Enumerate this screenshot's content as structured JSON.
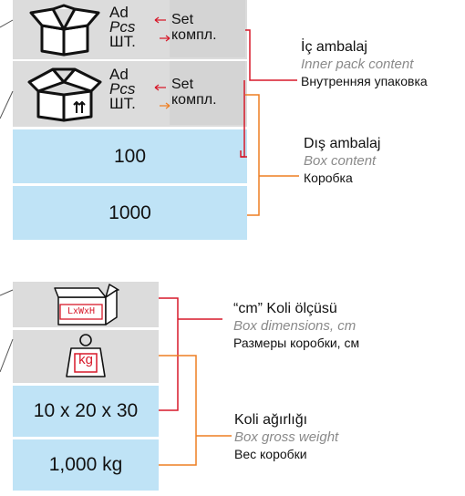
{
  "section1": {
    "row1": {
      "labels": [
        "Ad",
        "Pcs",
        "ШТ."
      ],
      "set_labels": [
        "Set",
        "компл."
      ]
    },
    "row2": {
      "labels": [
        "Ad",
        "Pcs",
        "ШТ."
      ],
      "set_labels": [
        "Set",
        "компл."
      ]
    },
    "value_inner": "100",
    "value_outer": "1000",
    "legend_inner": {
      "tr": "İç ambalaj",
      "en": "Inner pack content",
      "ru": "Внутренняя упаковка"
    },
    "legend_box": {
      "tr": "Dış ambalaj",
      "en": "Box content",
      "ru": "Коробка"
    }
  },
  "section2": {
    "box_icon_text": "LxWxH",
    "weight_icon_text": "kg",
    "value_dimensions": "10 x 20 x 30",
    "value_weight": "1,000 kg",
    "legend_dims": {
      "tr": "“cm” Koli ölçüsü",
      "en": "Box dimensions, cm",
      "ru": "Размеры коробки, см"
    },
    "legend_weight": {
      "tr": "Koli ağırlığı",
      "en": "Box gross weight",
      "ru": "Вес коробки"
    }
  },
  "colors": {
    "red": "#d7192a",
    "orange": "#ee7f22",
    "grey": "#dcdcdc",
    "blue": "#bfe3f6"
  }
}
